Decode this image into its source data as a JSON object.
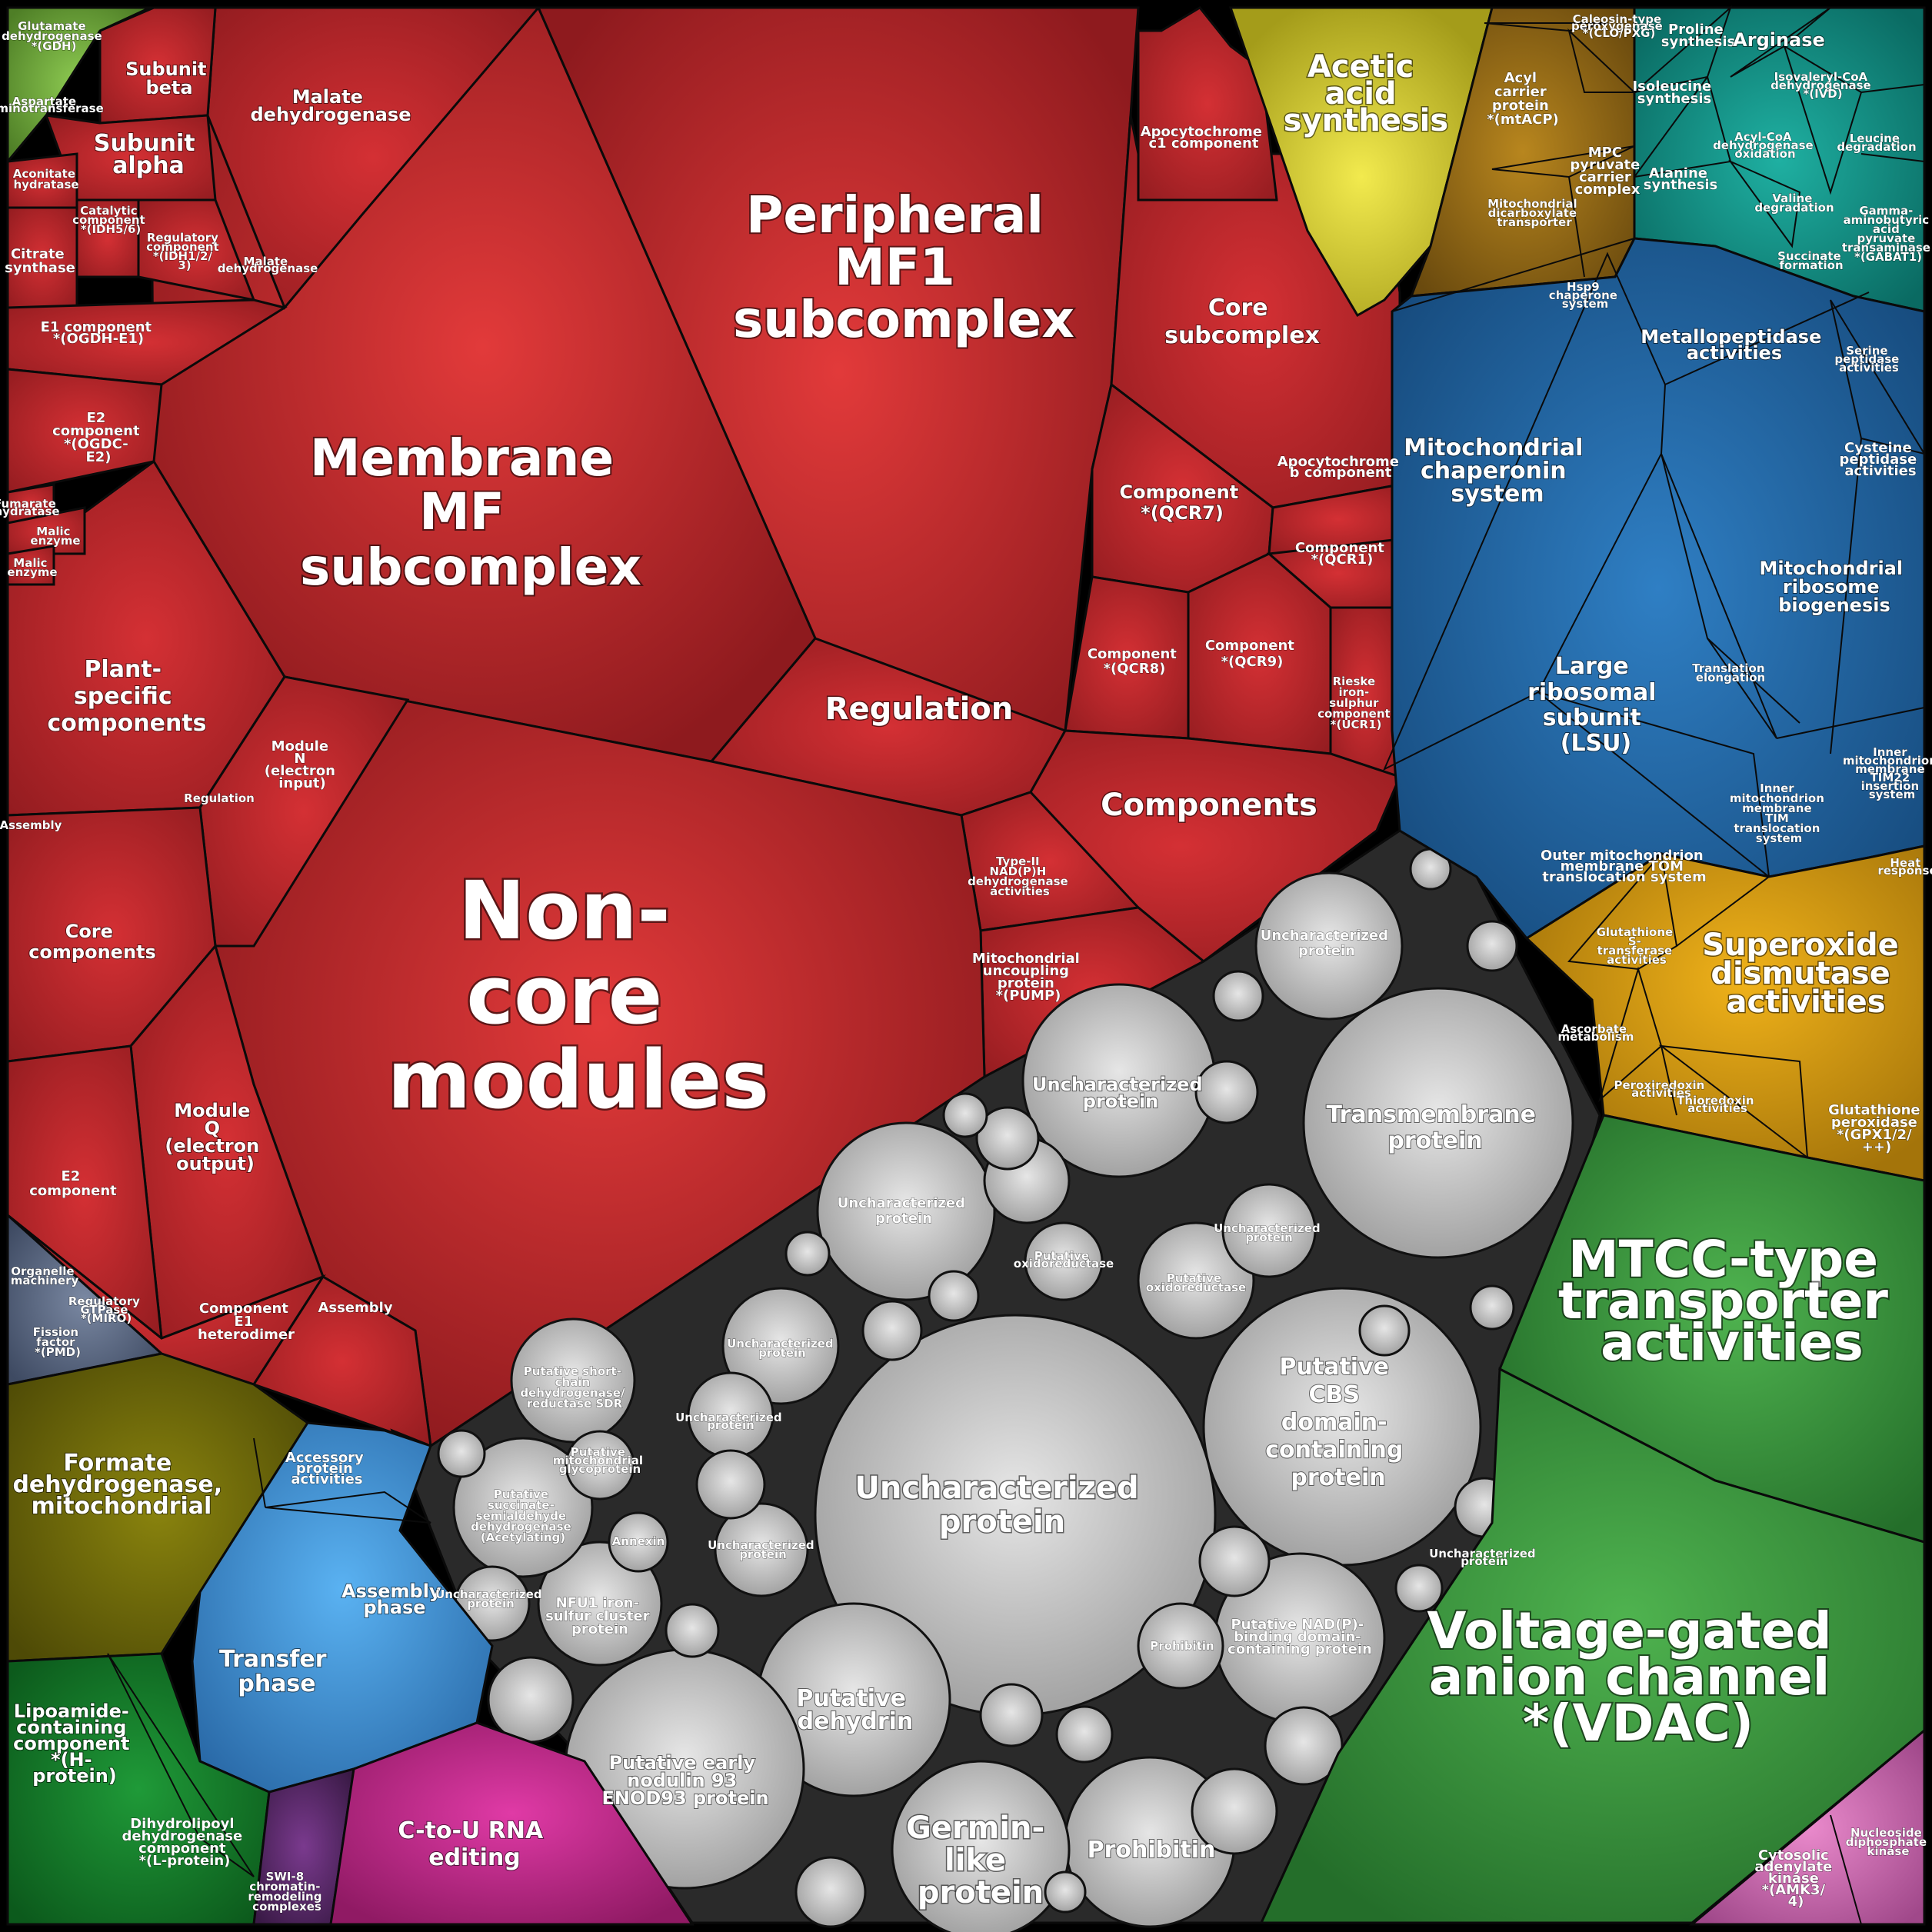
{
  "colors": {
    "energy_red": "#c0282c",
    "grey": "#c9c9c9",
    "amino_teal": "#0e8f86",
    "protein_blue": "#1f5f9c",
    "acetic_yellow": "#d6cc2c",
    "lipid_brown": "#8a6414",
    "redox_orange": "#d29a12",
    "transport_green": "#2f8f3a",
    "formate_olive": "#6f6a0c",
    "glycine_green": "#157a2a",
    "photo_lightblue": "#3a8fd6",
    "rna_magenta": "#c02a8a",
    "pink": "#d46ab4",
    "purple": "#5a2a6a",
    "slate": "#5a6a86",
    "lime": "#6ea43a"
  },
  "labels": {
    "peripheral_mf1": [
      "Peripheral",
      "MF1",
      "subcomplex"
    ],
    "membrane_mf": [
      "Membrane",
      "MF",
      "subcomplex"
    ],
    "non_core": [
      "Non-",
      "core",
      "modules"
    ],
    "regulation": "Regulation",
    "components": "Components",
    "core_subcomplex": [
      "Core",
      "subcomplex"
    ],
    "apocytochrome_c1": [
      "Apocytochrome",
      "c1 component"
    ],
    "apocytochrome_b": [
      "Apocytochrome",
      "b component"
    ],
    "qcr7": [
      "Component",
      "*(QCR7)"
    ],
    "qcr1": [
      "Component",
      "*(QCR1)"
    ],
    "qcr8": [
      "Component",
      "*(QCR8)"
    ],
    "qcr9": [
      "Component",
      "*(QCR9)"
    ],
    "rieske": [
      "Rieske",
      "iron-",
      "sulphur",
      "component",
      "*(UCR1)"
    ],
    "type2": [
      "Type-II",
      "NAD(P)H",
      "dehydrogenase",
      "activities"
    ],
    "pump": [
      "Mitochondrial",
      "uncoupling",
      "protein",
      "*(PUMP)"
    ],
    "plant_specific": [
      "Plant-",
      "specific",
      "components"
    ],
    "core_components": [
      "Core",
      "components"
    ],
    "module_n": [
      "Module",
      "N",
      "(electron",
      "input)"
    ],
    "module_q": [
      "Module",
      "Q",
      "(electron",
      "output)"
    ],
    "e2_component": [
      "E2",
      "component"
    ],
    "component_e1": [
      "Component",
      "E1",
      "heterodimer"
    ],
    "assembly": "Assembly",
    "regulation_small": "Regulation",
    "assembly_small": "Assembly",
    "malate_dh": [
      "Malate",
      "dehydrogenase"
    ],
    "subunit_beta": [
      "Subunit",
      "beta"
    ],
    "subunit_alpha": [
      "Subunit",
      "alpha"
    ],
    "aconitate": [
      "Aconitate",
      "hydratase"
    ],
    "catalytic": [
      "Catalytic",
      "component",
      "*(IDH5/6)"
    ],
    "regulatory": [
      "Regulatory",
      "component",
      "*(IDH1/2/",
      "3)"
    ],
    "malate_small": [
      "Malate",
      "dehydrogenase"
    ],
    "citrate": [
      "Citrate",
      "synthase"
    ],
    "e1_ogdh": [
      "E1 component",
      "*(OGDH-E1)"
    ],
    "e2_ogdc": [
      "E2",
      "component",
      "*(OGDC-",
      "E2)"
    ],
    "fumarate": [
      "Fumarate",
      "hydratase"
    ],
    "malic1": [
      "Malic",
      "enzyme"
    ],
    "malic2": [
      "Malic",
      "enzyme"
    ],
    "glutamate_dh": [
      "Glutamate",
      "dehydrogenase",
      "*(GDH)"
    ],
    "aspartate": [
      "Aspartate",
      "aminotransferase"
    ],
    "acetic": [
      "Acetic",
      "acid",
      "synthesis"
    ],
    "acyl": [
      "Acyl",
      "carrier",
      "protein",
      "*(mtACP)"
    ],
    "mpc": [
      "MPC",
      "pyruvate",
      "carrier",
      "complex"
    ],
    "dicarboxylate": [
      "Mitochondrial",
      "dicarboxylate",
      "transporter"
    ],
    "caleosin": [
      "Caleosin-type",
      "peroxygenase",
      "*(CLO/PXG)"
    ],
    "proline": [
      "Proline",
      "synthesis"
    ],
    "arginase": "Arginase",
    "isoleucine": [
      "Isoleucine",
      "synthesis"
    ],
    "isovaleryl": [
      "Isovaleryl-CoA",
      "dehydrogenase",
      "*(IVD)"
    ],
    "acyl_coa": [
      "Acyl-CoA",
      "dehydrogenase",
      "oxidation"
    ],
    "leucine": [
      "Leucine",
      "degradation"
    ],
    "alanine": [
      "Alanine",
      "synthesis"
    ],
    "valine": [
      "Valine",
      "degradation"
    ],
    "gaba": [
      "Gamma-",
      "aminobutyric",
      "acid",
      "pyruvate",
      "transaminase",
      "*(GABAT1)"
    ],
    "succinate_form": [
      "Succinate",
      "formation"
    ],
    "hsp9": [
      "Hsp9",
      "chaperone",
      "system"
    ],
    "metallo": [
      "Metallopeptidase",
      "activities"
    ],
    "serine_pep": [
      "Serine",
      "peptidase",
      "activities"
    ],
    "cysteine_pep": [
      "Cysteine",
      "peptidase",
      "activities"
    ],
    "chaperonin": [
      "Mitochondrial",
      "chaperonin",
      "system"
    ],
    "ribo_bio": [
      "Mitochondrial",
      "ribosome",
      "biogenesis"
    ],
    "lsu": [
      "Large",
      "ribosomal",
      "subunit",
      "(LSU)"
    ],
    "translation": [
      "Translation",
      "elongation"
    ],
    "inner_tim": [
      "Inner",
      "mitochondrion",
      "membrane",
      "TIM",
      "translocation",
      "system"
    ],
    "inner_tim22": [
      "Inner",
      "mitochondrion",
      "membrane",
      "TIM22",
      "insertion",
      "system"
    ],
    "tom": [
      "Outer mitochondrion",
      "membrane TOM",
      "translocation system"
    ],
    "superoxide": [
      "Superoxide",
      "dismutase",
      "activities"
    ],
    "glutathione_s": [
      "Glutathione",
      "S-",
      "transferase",
      "activities"
    ],
    "ascorbate": [
      "Ascorbate",
      "metabolism"
    ],
    "peroxiredoxin": [
      "Peroxiredoxin",
      "activities"
    ],
    "thioredoxin": [
      "Thioredoxin",
      "activities"
    ],
    "gpx": [
      "Glutathione",
      "peroxidase",
      "*(GPX1/2/",
      "++)"
    ],
    "heat": [
      "Heat",
      "response"
    ],
    "mtcc": [
      "MTCC-type",
      "transporter",
      "activities"
    ],
    "vdac": [
      "Voltage-gated",
      "anion channel",
      "*(VDAC)"
    ],
    "nucleoside": [
      "Nucleoside",
      "diphosphate",
      "kinase"
    ],
    "adenylate": [
      "Cytosolic",
      "adenylate",
      "kinase",
      "*(AMK3/",
      "4)"
    ],
    "formate": [
      "Formate",
      "dehydrogenase,",
      "mitochondrial"
    ],
    "lipoamide": [
      "Lipoamide-",
      "containing",
      "component",
      "*(H-",
      "protein)"
    ],
    "dihydrolipoyl": [
      "Dihydrolipoyl",
      "dehydrogenase",
      "component",
      "*(L-protein)"
    ],
    "transfer": [
      "Transfer",
      "phase"
    ],
    "assembly_phase": [
      "Assembly",
      "phase"
    ],
    "accessory": [
      "Accessory",
      "protein",
      "activities"
    ],
    "c_to_u": [
      "C-to-U RNA",
      "editing"
    ],
    "swi": [
      "SWI-8",
      "chromatin-",
      "remodeling",
      "complexes"
    ],
    "organelle": [
      "Organelle",
      "machinery"
    ],
    "regulatory_gtpase": [
      "Regulatory",
      "GTPase",
      "*(MIRO)"
    ],
    "fission": [
      "Fission",
      "factor",
      "*(PMD)"
    ],
    "uncharacterized": [
      "Uncharacterized",
      "protein"
    ],
    "transmembrane": [
      "Transmembrane",
      "protein"
    ],
    "cbs": [
      "Putative",
      "CBS",
      "domain-",
      "containing",
      "protein"
    ],
    "nad_p": [
      "Putative NAD(P)-",
      "binding domain-",
      "containing protein"
    ],
    "prohibitin": "Prohibitin",
    "germin": [
      "Germin-",
      "like",
      "protein"
    ],
    "dehydrin": [
      "Putative",
      "dehydrin"
    ],
    "nodulin": [
      "Putative early",
      "nodulin 93",
      "ENOD93 protein"
    ],
    "nfu1": [
      "NFU1 iron-",
      "sulfur cluster",
      "protein"
    ],
    "ssadh": [
      "Putative",
      "succinate-",
      "semialdehyde",
      "dehydrogenase",
      "(Acetylating)"
    ],
    "short_chain": [
      "Putative short-",
      "chain",
      "dehydrogenase/",
      "reductase SDR"
    ],
    "oxidoreductase": [
      "Putative",
      "oxidoreductase"
    ],
    "oxidoreductase2": [
      "Putative",
      "oxidoreductase"
    ],
    "annexin": "Annexin",
    "glycoprotein": [
      "Putative",
      "mitochondrial",
      "glycoprotein"
    ]
  }
}
